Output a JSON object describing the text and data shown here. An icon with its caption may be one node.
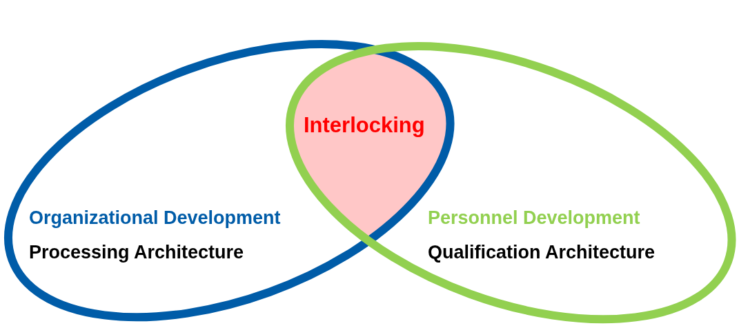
{
  "diagram": {
    "nodes": [
      {
        "text": [
          "Organizational Development",
          "Processing Architecture"
        ]
      },
      {
        "text": [
          "Personnel Development",
          "Qualification Architecture"
        ]
      },
      {
        "text": [
          "Interlocking"
        ]
      }
    ]
  }
}
